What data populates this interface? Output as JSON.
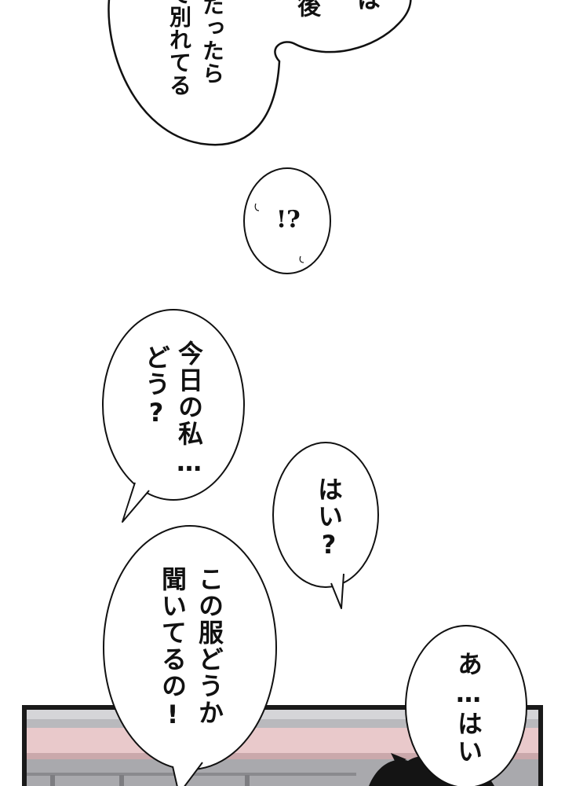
{
  "page": {
    "background_color": "#ffffff",
    "line_color": "#111111"
  },
  "bubbles": {
    "top": {
      "line1": "たったら",
      "line2": "で別れてる",
      "fragment_a": "後",
      "fragment_b": "は"
    },
    "exclaim": {
      "text": "!?"
    },
    "today": {
      "line1": "今日の私…",
      "line2": "どう?"
    },
    "hai_question": {
      "text": "はい?"
    },
    "clothes": {
      "line1": "この服どうか",
      "line2": "聞いてるの!"
    },
    "ah_hai": {
      "text": "あ…はい"
    }
  },
  "scene": {
    "panel_border_color": "#1a1a1a",
    "wall_color": "#b7b7bb",
    "stripe_color": "#e9c9cb",
    "hair_color": "#141414"
  }
}
